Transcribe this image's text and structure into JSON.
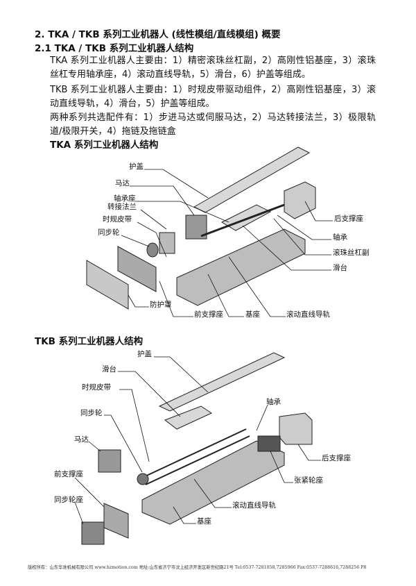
{
  "headings": {
    "h1": "2. TKA / TKB 系列工业机器人 (线性模组/直线模组) 概要",
    "h2": "2.1 TKA / TKB 系列工业机器人结构",
    "tka_title": "TKA 系列工业机器人结构",
    "tkb_title": "TKB 系列工业机器人结构"
  },
  "paragraphs": [
    "TKA 系列工业机器人主要由：1）精密滚珠丝杠副，2）高刚性铝基座，3）滚珠丝杠专用轴承座，4）滚动直线导轨，5）滑台，6）护盖等组成。",
    "TKB 系列工业机器人主要由：1）时规皮带驱动组件，2）高刚性铝基座，3）滚动直线导轨，4）滑台，5）护盖等组成。",
    "两种系列共选配件有：1）步进马达或伺服马达，2）马达转接法兰，3）极限轨道/极限开关，4）拖链及拖链盒"
  ],
  "tka_labels": {
    "cover": "护盖",
    "motor": "马达",
    "bearing_seat": "轴承座",
    "adapter_flange": "转接法兰",
    "timing_belt": "时规皮带",
    "pulley": "同步轮",
    "rear_support": "后支撑座",
    "bearing": "轴承",
    "ball_screw": "滚珠丝杠副",
    "slide": "滑台",
    "guard": "防护罩",
    "front_support": "前支撑座",
    "base": "基座",
    "linear_guide": "滚动直线导轨"
  },
  "tkb_labels": {
    "cover": "护盖",
    "slide": "滑台",
    "timing_belt": "时规皮带",
    "pulley": "同步轮",
    "motor": "马达",
    "bearing": "轴承",
    "rear_support": "后支撑座",
    "front_support": "前支撑座",
    "tensioner_seat": "张紧轮座",
    "linear_guide": "滚动直线导轨",
    "pulley_seat": "同步轮座",
    "base": "基座"
  },
  "footer": "版权所有：山东华准机械有限公司 www.hzmotion.com 地址:山东省济宁市汶上经济开发区新世纪路21号 Tel:0537-7281058,7285966 Fax:0537-7288616,7288256 P8"
}
